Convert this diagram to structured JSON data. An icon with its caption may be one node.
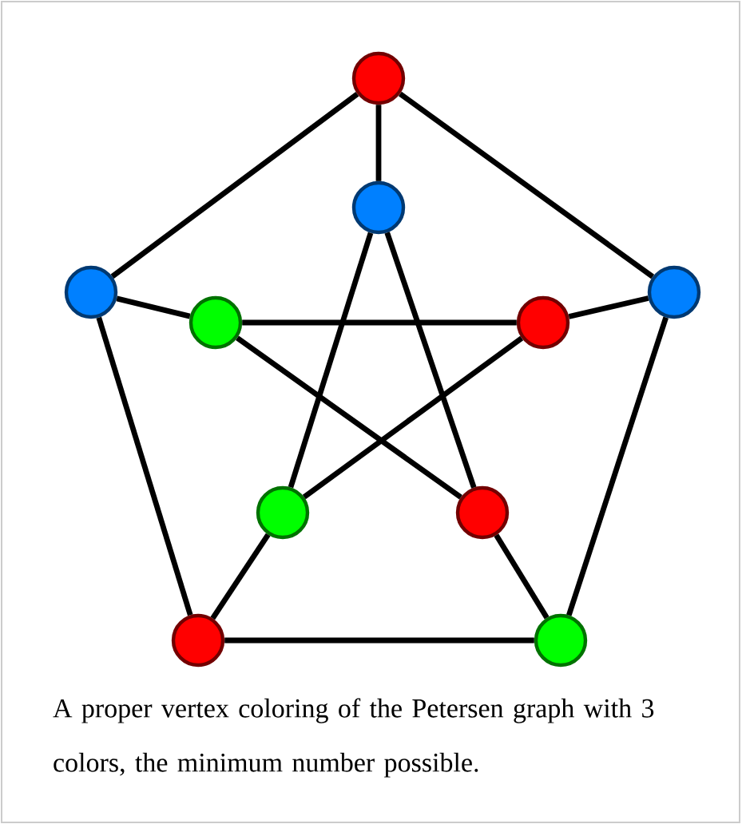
{
  "diagram": {
    "caption": "A proper vertex coloring of the Petersen graph with 3 colors, the minimum number possible.",
    "nodes": [
      {
        "text": [],
        "shape": "circle"
      },
      {
        "text": [],
        "shape": "circle"
      },
      {
        "text": [],
        "shape": "circle"
      },
      {
        "text": [],
        "shape": "circle"
      },
      {
        "text": [],
        "shape": "circle"
      },
      {
        "text": [],
        "shape": "circle"
      },
      {
        "text": [],
        "shape": "circle"
      },
      {
        "text": [],
        "shape": "circle"
      },
      {
        "text": [],
        "shape": "circle"
      },
      {
        "text": [],
        "shape": "circle"
      }
    ],
    "edges": [
      {
        "from": 0,
        "to": 1,
        "arrow": "none"
      },
      {
        "from": 0,
        "to": 3,
        "arrow": "none"
      },
      {
        "from": 1,
        "to": 8,
        "arrow": "none"
      },
      {
        "from": 3,
        "to": 9,
        "arrow": "none"
      },
      {
        "from": 8,
        "to": 9,
        "arrow": "none"
      },
      {
        "from": 0,
        "to": 2,
        "arrow": "none"
      },
      {
        "from": 1,
        "to": 4,
        "arrow": "none"
      },
      {
        "from": 3,
        "to": 5,
        "arrow": "none"
      },
      {
        "from": 8,
        "to": 6,
        "arrow": "none"
      },
      {
        "from": 9,
        "to": 7,
        "arrow": "none"
      },
      {
        "from": 2,
        "to": 6,
        "arrow": "none"
      },
      {
        "from": 2,
        "to": 7,
        "arrow": "none"
      },
      {
        "from": 4,
        "to": 5,
        "arrow": "none"
      },
      {
        "from": 4,
        "to": 7,
        "arrow": "none"
      },
      {
        "from": 5,
        "to": 6,
        "arrow": "none"
      }
    ]
  }
}
